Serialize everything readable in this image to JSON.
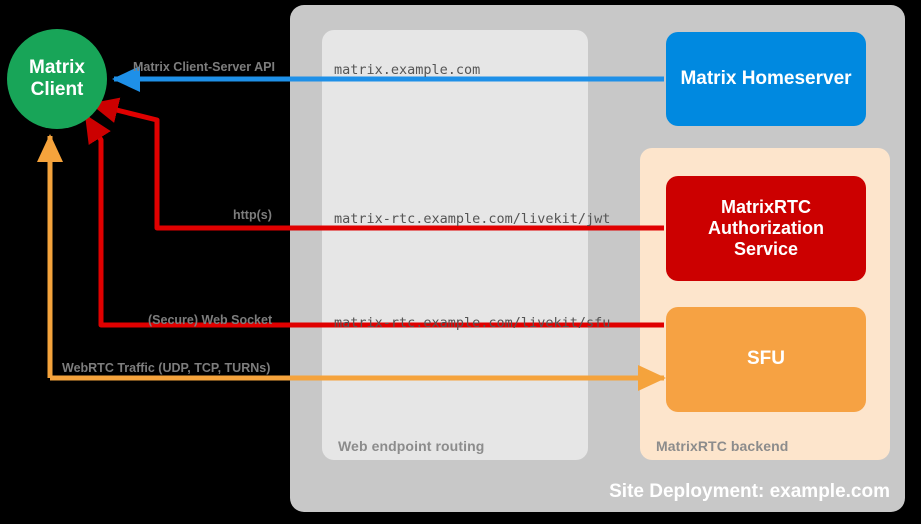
{
  "diagram": {
    "title": "Site Deployment: example.com",
    "background_color": "#000000",
    "outer_container_color": "#C8C8C8"
  },
  "containers": [
    {
      "id": "web-endpoint-routing",
      "label": "Web endpoint routing",
      "color": "#E6E6E6"
    },
    {
      "id": "matrixrtc-backend",
      "label": "MatrixRTC backend",
      "color": "#FDE5CC"
    }
  ],
  "nodes": {
    "client": {
      "label_line1": "Matrix",
      "label_line2": "Client",
      "color": "#18A558",
      "shape": "circle"
    },
    "homeserver": {
      "label": "Matrix Homeserver",
      "color": "#0089E0",
      "shape": "rounded-rect"
    },
    "auth": {
      "label_line1": "MatrixRTC",
      "label_line2": "Authorization",
      "label_line3": "Service",
      "color": "#CC0000",
      "shape": "rounded-rect"
    },
    "sfu": {
      "label": "SFU",
      "color": "#F6A243",
      "shape": "rounded-rect"
    }
  },
  "endpoints": {
    "matrix": "matrix.example.com",
    "jwt": "matrix-rtc.example.com/livekit/jwt",
    "sfu": "matrix-rtc.example.com/livekit/sfu"
  },
  "flows": [
    {
      "id": "cs-api",
      "label": "Matrix Client-Server API",
      "color": "#1E90E8"
    },
    {
      "id": "https",
      "label": "http(s)",
      "color": "#E00000"
    },
    {
      "id": "wss",
      "label": "(Secure) Web Socket",
      "color": "#E00000"
    },
    {
      "id": "webrtc",
      "label": "WebRTC Traffic (UDP, TCP, TURNs)",
      "color": "#F5A33C"
    }
  ],
  "colors": {
    "green": "#18A558",
    "blue": "#0089E0",
    "arrow_blue": "#1E90E8",
    "red": "#CC0000",
    "arrow_red": "#E00000",
    "orange": "#F6A243",
    "arrow_orange": "#F5A33C",
    "label_gray": "#7D7D7D",
    "mono_gray": "#555555"
  }
}
